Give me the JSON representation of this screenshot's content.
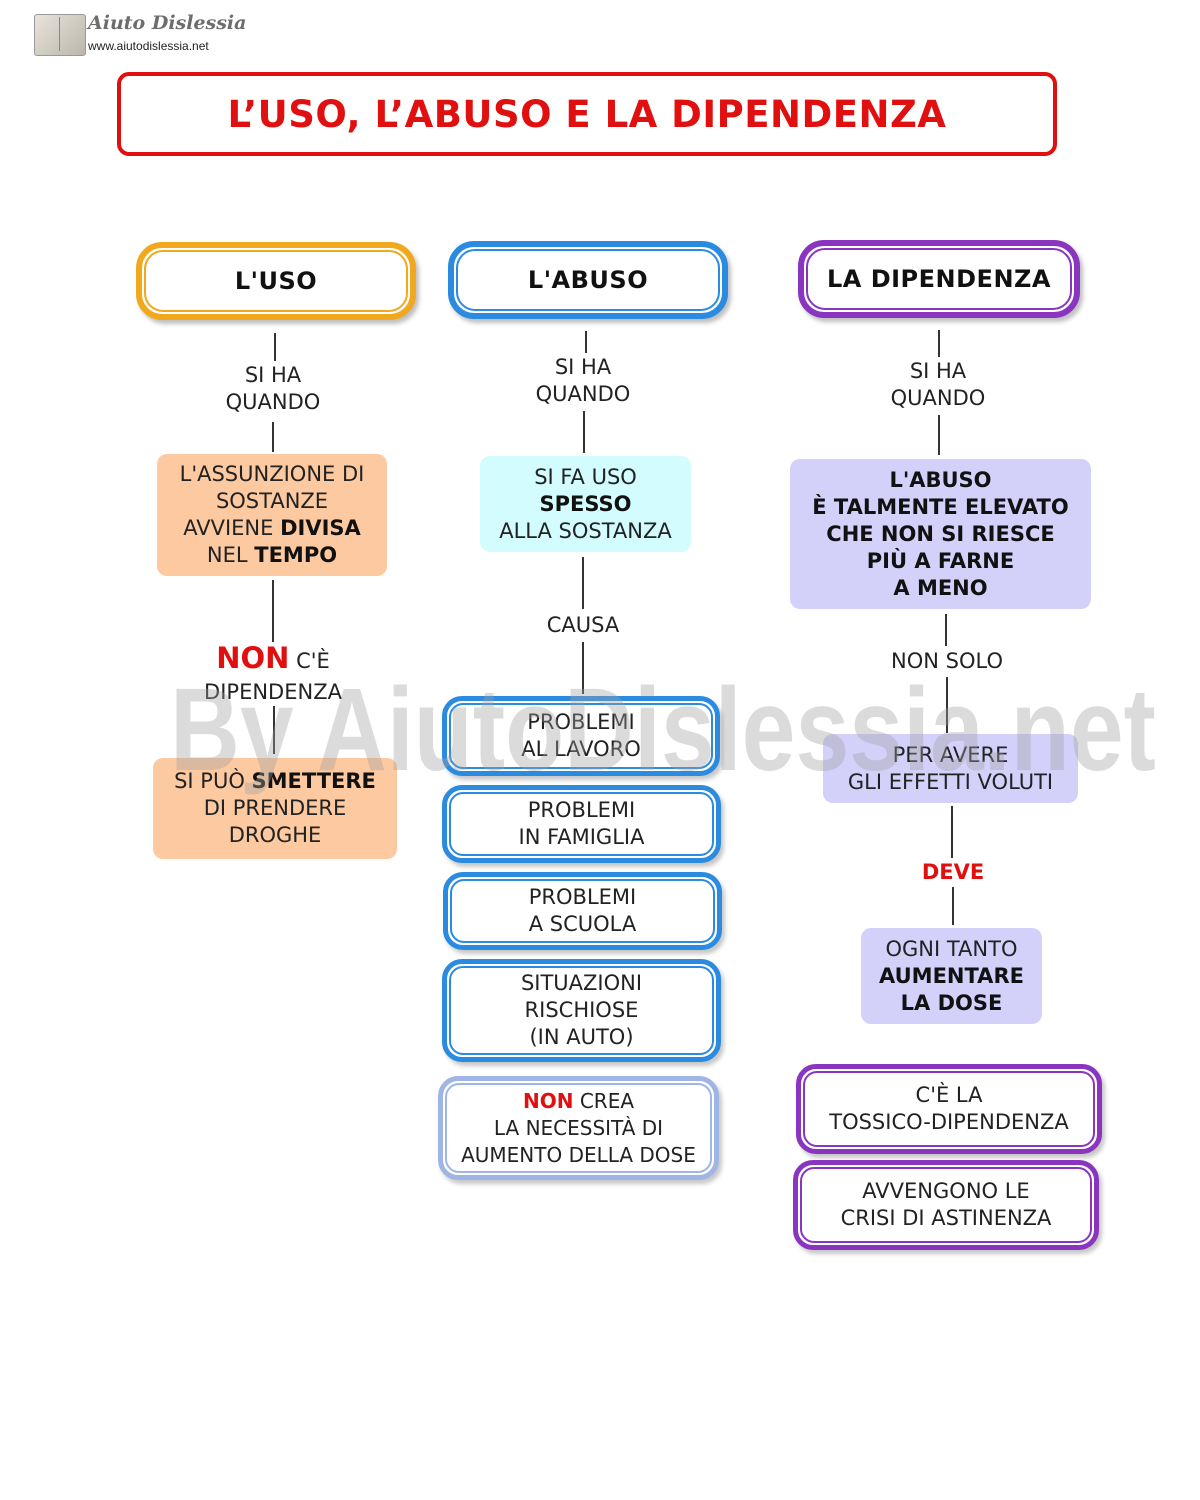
{
  "logo": {
    "brand": "Aiuto Dislessia",
    "url": "www.aiutodislessia.net"
  },
  "title": "L’USO, L’ABUSO E LA DIPENDENZA",
  "watermark": "By AiutoDislessia.net",
  "colors": {
    "title": "#e01010",
    "uso": "#f2a81d",
    "abuso": "#2a8be0",
    "dipendenza": "#8a35c0",
    "uso_fill": "#fcc9a0",
    "abuso_fill": "#d2fcfd",
    "dip_fill": "#d3d0fa",
    "emphasis": "#e01010"
  },
  "uso": {
    "header": "L'USO",
    "link1": [
      "SI HA",
      "QUANDO"
    ],
    "box1": {
      "l1": "L'ASSUNZIONE DI",
      "l2": "SOSTANZE",
      "l3a": "AVVIENE ",
      "l3b": "DIVISA",
      "l4a": "NEL ",
      "l4b": "TEMPO"
    },
    "link2": {
      "l1a": "NON",
      "l1b": " C'È",
      "l2": "DIPENDENZA"
    },
    "box2": {
      "l1a": "SI PUÒ ",
      "l1b": "SMETTERE",
      "l2": "DI PRENDERE",
      "l3": "DROGHE"
    }
  },
  "abuso": {
    "header": "L'ABUSO",
    "link1": [
      "SI HA",
      "QUANDO"
    ],
    "box1": {
      "l1": "SI FA USO",
      "l2": "SPESSO",
      "l3": "ALLA SOSTANZA"
    },
    "link2": "CAUSA",
    "effects": [
      [
        "PROBLEMI",
        "AL LAVORO"
      ],
      [
        "PROBLEMI",
        "IN FAMIGLIA"
      ],
      [
        "PROBLEMI",
        "A SCUOLA"
      ],
      [
        "SITUAZIONI",
        "RISCHIOSE",
        "(IN AUTO)"
      ]
    ],
    "note": {
      "l1a": "NON",
      "l1b": " CREA",
      "l2": "LA NECESSITÀ DI",
      "l3": "AUMENTO DELLA DOSE"
    }
  },
  "dipendenza": {
    "header": "LA DIPENDENZA",
    "link1": [
      "SI HA",
      "QUANDO"
    ],
    "box1": [
      "L'ABUSO",
      "È TALMENTE ELEVATO",
      "CHE NON SI  RIESCE",
      "PIÙ A FARNE",
      "A MENO"
    ],
    "link2": "NON SOLO",
    "box2": [
      "PER AVERE",
      "GLI EFFETTI VOLUTI"
    ],
    "link3": "DEVE",
    "box3": {
      "l1": "OGNI TANTO",
      "l2": "AUMENTARE",
      "l3": "LA DOSE"
    },
    "result1": [
      "C'È LA",
      "TOSSICO-DIPENDENZA"
    ],
    "result2": [
      "AVVENGONO LE",
      "CRISI DI ASTINENZA"
    ]
  }
}
